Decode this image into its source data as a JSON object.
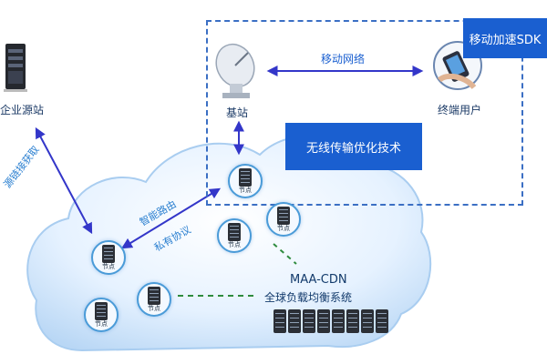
{
  "labels": {
    "enterprise_source": "企业源站",
    "base_station": "基站",
    "terminal_user": "终端用户",
    "mobile_network": "移动网络",
    "mobile_sdk": "移动加速SDK",
    "wireless_opt": "无线传输优化技术",
    "smart_routing": "智能路由",
    "private_protocol": "私有协议",
    "link_fetch": "源链接获取",
    "node": "节点",
    "cdn_title": "MAA-CDN",
    "cdn_subtitle": "全球负载均衡系统"
  },
  "icons": [
    "server-icon",
    "satellite-dish-icon",
    "mobile-user-icon",
    "server-rack-icon",
    "cloud-shape"
  ],
  "colors": {
    "accent_blue": "#1a5fd0",
    "arrow_blue": "#3336c9",
    "dashed_border": "#3b6fc4",
    "cloud_fill": "#dcecff",
    "green_link": "#2e8b3e"
  }
}
